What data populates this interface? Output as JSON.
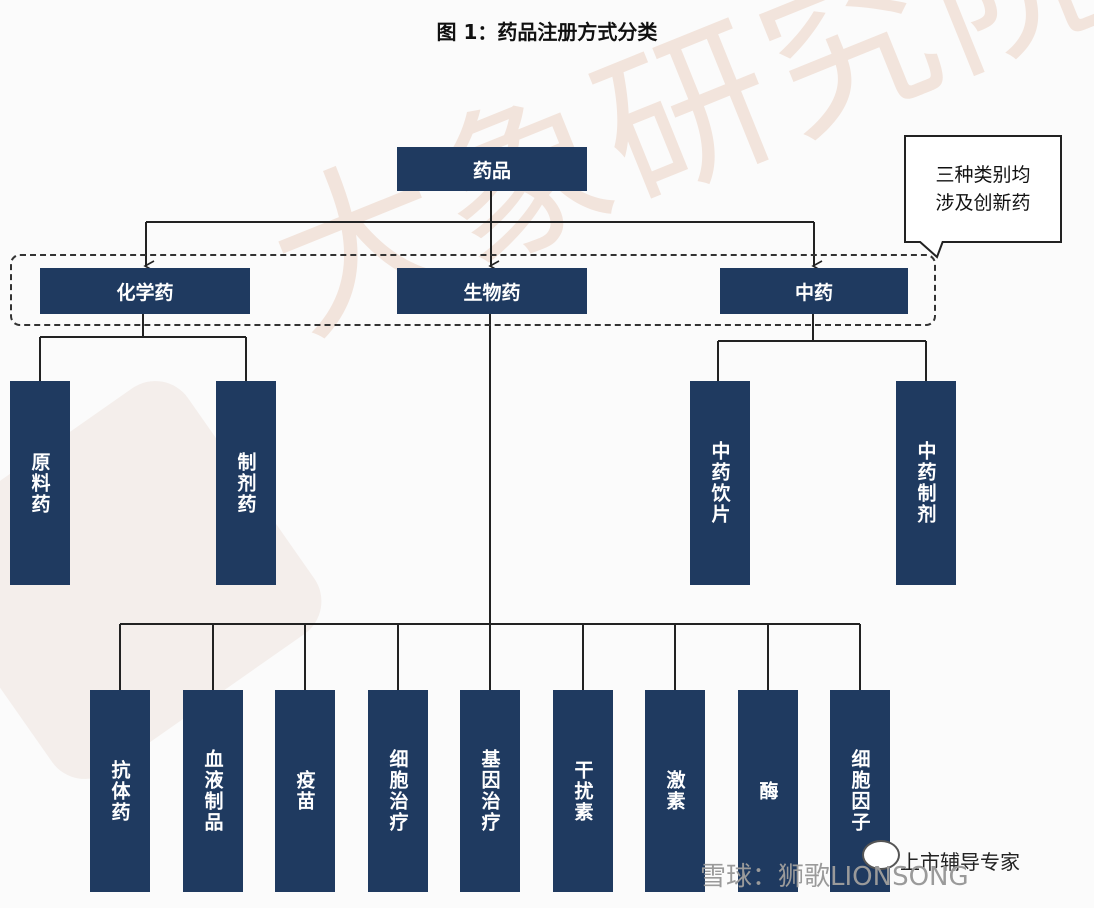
{
  "title": "图 1：药品注册方式分类",
  "root": "药品",
  "categories": {
    "chemical": "化学药",
    "biological": "生物药",
    "tcm": "中药"
  },
  "chemical_children": [
    "原料药",
    "制剂药"
  ],
  "tcm_children": [
    "中药饮片",
    "中药制剂"
  ],
  "bio_children": [
    "抗体药",
    "血液制品",
    "疫苗",
    "细胞治疗",
    "基因治疗",
    "干扰素",
    "激素",
    "酶",
    "细胞因子"
  ],
  "callout": {
    "line1": "三种类别均",
    "line2": "涉及创新药"
  },
  "watermark": "大象研究院",
  "footer": {
    "account": "上市辅导专家",
    "xueqiu": "雪球：狮歌LIONSONG"
  },
  "colors": {
    "box": "#1f3a60",
    "line": "#222222",
    "watermark": "#ecd3c4"
  }
}
